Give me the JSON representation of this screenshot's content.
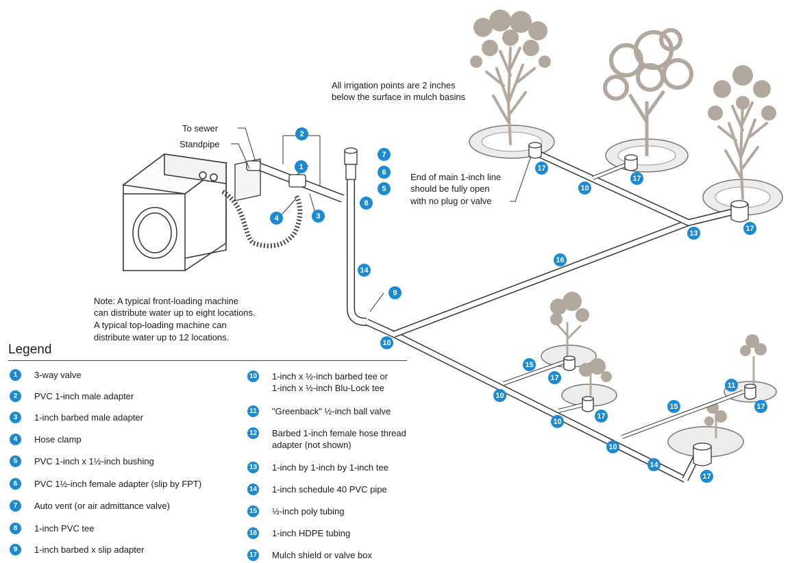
{
  "notes": {
    "irrigation_line1": "All irrigation points are 2 inches",
    "irrigation_line2": "below the surface in mulch basins",
    "to_sewer": "To sewer",
    "standpipe": "Standpipe",
    "endmain_line1": "End of main 1-inch line",
    "endmain_line2": "should be fully open",
    "endmain_line3": "with no plug or valve",
    "machine_line1": "Note: A typical front-loading machine",
    "machine_line2": "can distribute water up to eight locations.",
    "machine_line3": "A typical top-loading machine can",
    "machine_line4": "distribute water up to 12 locations."
  },
  "legend": {
    "title": "Legend",
    "items": [
      {
        "num": "1",
        "line1": "3-way valve"
      },
      {
        "num": "2",
        "line1": "PVC 1-inch male adapter"
      },
      {
        "num": "3",
        "line1": "1-inch barbed male adapter"
      },
      {
        "num": "4",
        "line1": "Hose clamp"
      },
      {
        "num": "5",
        "line1": "PVC 1-inch x 1½-inch bushing"
      },
      {
        "num": "6",
        "line1": "PVC 1½-inch female adapter (slip by FPT)"
      },
      {
        "num": "7",
        "line1": "Auto vent (or air admittance valve)"
      },
      {
        "num": "8",
        "line1": "1-inch PVC tee"
      },
      {
        "num": "9",
        "line1": "1-inch barbed x slip adapter"
      },
      {
        "num": "10",
        "line1": "1-inch x ½-inch barbed tee or",
        "line2": "1-inch x ½-inch Blu-Lock tee"
      },
      {
        "num": "11",
        "line1": "\"Greenback\" ½-inch ball valve"
      },
      {
        "num": "12",
        "line1": "Barbed 1-inch female hose thread",
        "line2": "adapter (not shown)"
      },
      {
        "num": "13",
        "line1": "1-inch by 1-inch by 1-inch tee"
      },
      {
        "num": "14",
        "line1": "1-inch schedule 40 PVC pipe"
      },
      {
        "num": "15",
        "line1": "½-inch poly tubing"
      },
      {
        "num": "16",
        "line1": "1-inch HDPE tubing"
      },
      {
        "num": "17",
        "line1": "Mulch shield or valve box"
      }
    ]
  },
  "callouts": {
    "c1": "1",
    "c2": "2",
    "c3": "3",
    "c4": "4",
    "c5": "5",
    "c6": "6",
    "c7": "7",
    "c8": "8",
    "c9": "9",
    "c10": "10",
    "c11": "11",
    "c13": "13",
    "c14": "14",
    "c15": "15",
    "c16": "16",
    "c17": "17"
  },
  "colors": {
    "badge": "#1b8ad0",
    "tree": "#b3a89e",
    "pipe_outline": "#333333",
    "basin": "#e9e9e9"
  }
}
